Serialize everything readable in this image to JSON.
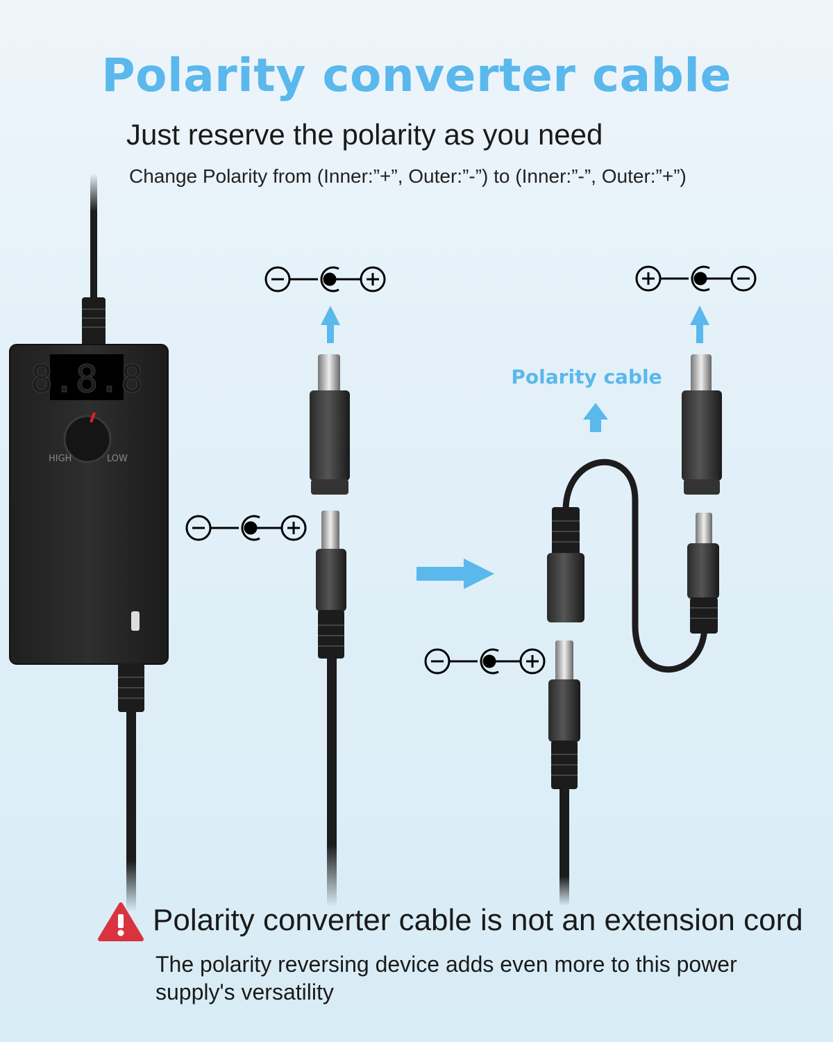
{
  "header": {
    "title": "Polarity converter cable",
    "subtitle": "Just reserve the polarity as you need",
    "description": "Change Polarity from (Inner:”+”, Outer:”-”) to (Inner:”-”, Outer:”+”)"
  },
  "diagram": {
    "callout_label": "Polarity cable",
    "knob_high_label": "HIGH",
    "knob_low_label": "LOW",
    "display_readout": "8.8.8",
    "accent_color": "#5ab8ec",
    "cable_color": "#1c1c1c"
  },
  "warning": {
    "title": "Polarity converter cable is not an extension cord",
    "text": "The polarity reversing device adds even more to this power supply's versatility",
    "icon_color": "#d9333f"
  }
}
